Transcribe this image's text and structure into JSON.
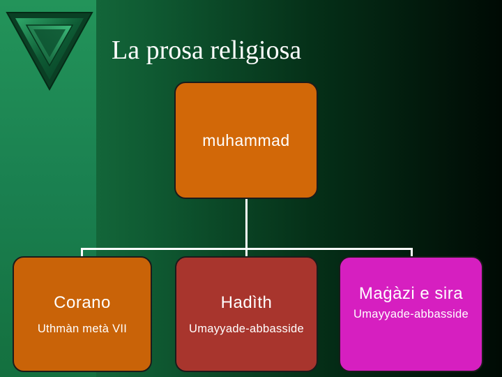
{
  "slide": {
    "title": "La prosa religiosa"
  },
  "diagram": {
    "root": {
      "label": "muhammad"
    },
    "children": [
      {
        "title": "Corano",
        "subtitle": "Uthmàn metà VII"
      },
      {
        "title": "Hadìth",
        "subtitle": "Umayyade-abbasside"
      },
      {
        "title": "Maġàzi e sira",
        "subtitle": "Umayyade-abbasside"
      }
    ]
  },
  "colors": {
    "root": "#d26808",
    "child_1": "#c96308",
    "child_2": "#a8352d",
    "child_3": "#d61fc0"
  },
  "icons": [
    "inverted-triangle-logo-icon"
  ]
}
